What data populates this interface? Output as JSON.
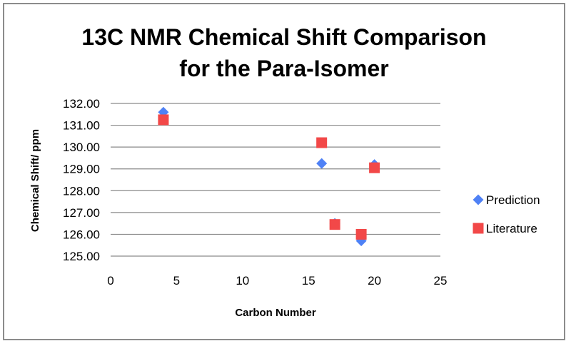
{
  "chart_data": {
    "type": "scatter",
    "title_line1": "13C NMR Chemical Shift Comparison",
    "title_line2": "for the Para-Isomer",
    "xlabel": "Carbon Number",
    "ylabel": "Chemical Shift/  ppm",
    "xlim": [
      0,
      25
    ],
    "ylim": [
      125,
      132
    ],
    "x_ticks": [
      "0",
      "5",
      "10",
      "15",
      "20",
      "25"
    ],
    "y_ticks": [
      "125.00",
      "126.00",
      "127.00",
      "128.00",
      "129.00",
      "130.00",
      "131.00",
      "132.00"
    ],
    "grid": "horizontal",
    "legend_position": "right",
    "series": [
      {
        "name": "Prediction",
        "marker": "diamond",
        "color": "#4f81f5",
        "points": [
          [
            4,
            131.6
          ],
          [
            16,
            129.25
          ],
          [
            17,
            126.5
          ],
          [
            19,
            125.7
          ],
          [
            20,
            129.2
          ]
        ]
      },
      {
        "name": "Literature",
        "marker": "square",
        "color": "#f24848",
        "points": [
          [
            4,
            131.25
          ],
          [
            16,
            130.2
          ],
          [
            17,
            126.45
          ],
          [
            19,
            126.0
          ],
          [
            20,
            129.05
          ]
        ]
      }
    ]
  }
}
